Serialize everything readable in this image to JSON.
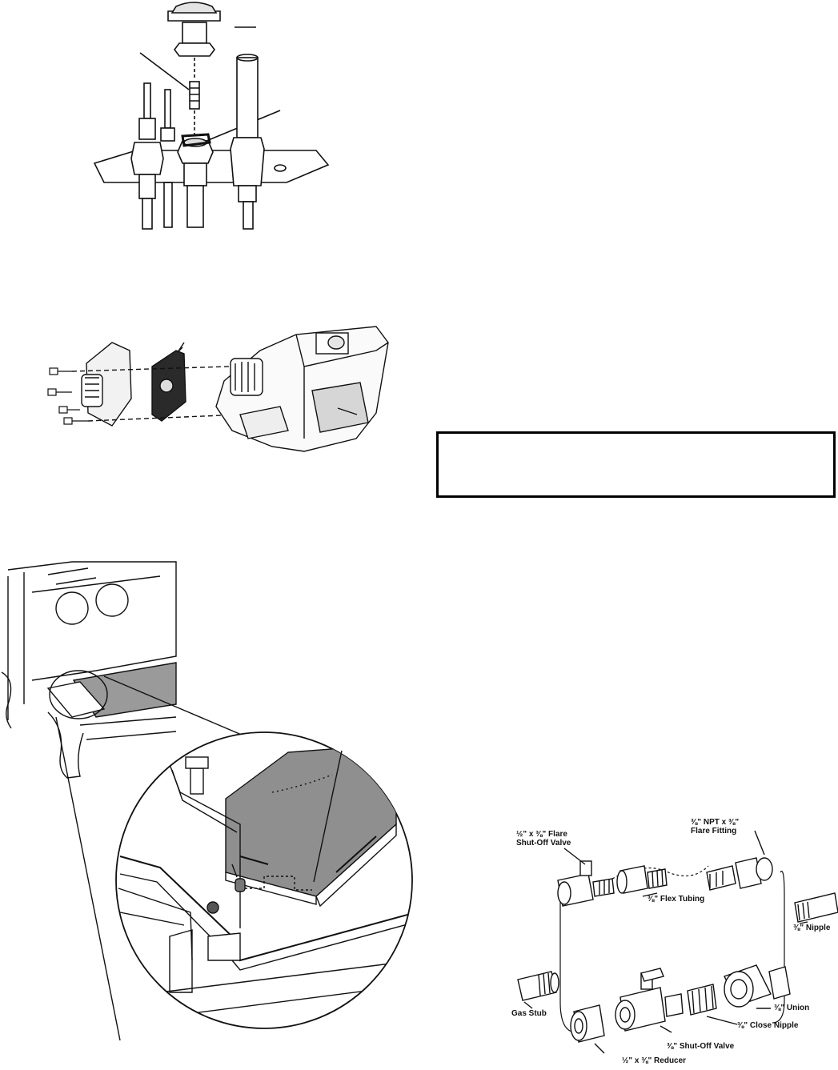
{
  "figures": {
    "pilot_assembly": {},
    "gas_valve": {},
    "burner_detail": {},
    "gas_connection": {
      "labels": {
        "flare_shutoff_valve": "½\" x ⅜\" Flare\nShut-Off Valve",
        "npt_flare_fitting": "⅜\" NPT x ⅜\"\nFlare Fitting",
        "flex_tubing": "⅜\" Flex Tubing",
        "nipple": "⅜\" Nipple",
        "union": "⅜\" Union",
        "close_nipple": "⅜\" Close Nipple",
        "gas_stub": "Gas Stub",
        "shutoff_valve": "⅜\" Shut-Off Valve",
        "reducer": "½\" x ⅜\" Reducer"
      }
    }
  },
  "notice_box": {
    "text": ""
  },
  "colors": {
    "line": "#111111",
    "shade": "#8c8c8c",
    "light_shade": "#c8c8c8"
  }
}
